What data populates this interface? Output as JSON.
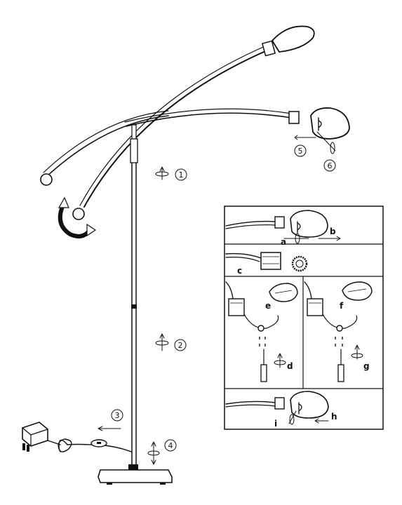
{
  "main_steps": {
    "step1": "1",
    "step2": "2",
    "step3": "3",
    "step4": "4",
    "step5": "5",
    "step6": "6"
  },
  "detail_steps": {
    "a": "a",
    "b": "b",
    "c": "c",
    "d": "d",
    "e": "e",
    "f": "f",
    "g": "g",
    "h": "h",
    "i": "i"
  }
}
